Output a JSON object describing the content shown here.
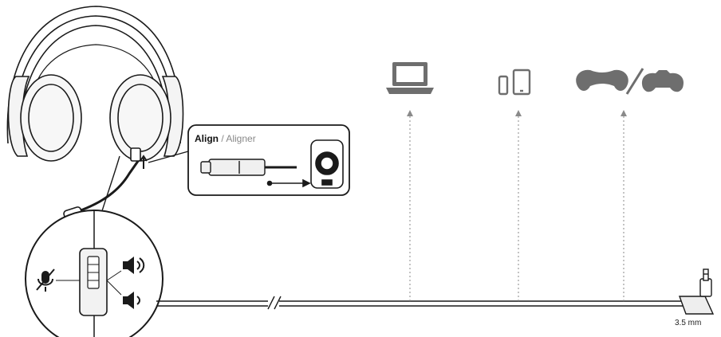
{
  "align_label": {
    "english": "Align",
    "separator": " / ",
    "french": "Aligner"
  },
  "jack_label": "3.5 mm",
  "devices": [
    {
      "name": "laptop-icon"
    },
    {
      "name": "phone-tablet-icon"
    },
    {
      "name": "game-controllers-icon"
    }
  ],
  "colors": {
    "line": "#1a1a1a",
    "device": "#6e6e6e",
    "arrow": "#888888",
    "fill": "#f4f4f4"
  }
}
